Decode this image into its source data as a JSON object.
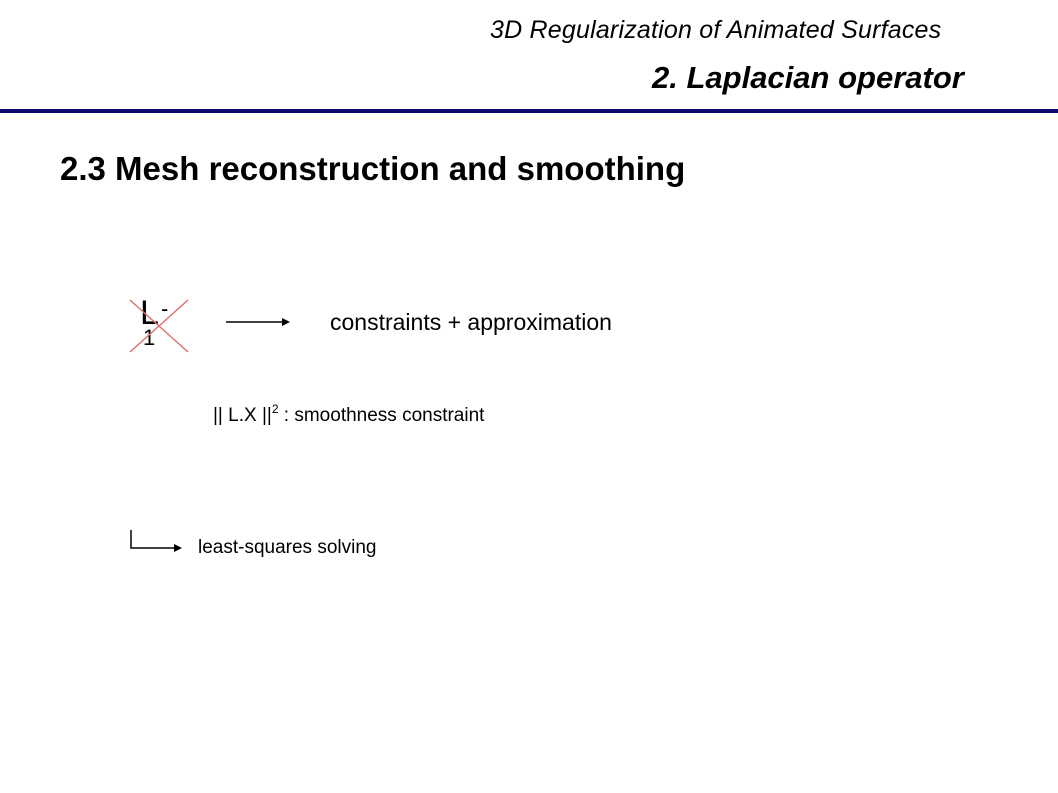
{
  "header": {
    "subtitle": "3D Regularization of Animated Surfaces",
    "title": "2. Laplacian operator",
    "rule_color": "#0a0a6e"
  },
  "slide": {
    "heading": "2.3 Mesh reconstruction and smoothing",
    "inverse_symbol": {
      "base": "L",
      "superscript": "-",
      "subscript": "1",
      "cross_color": "#e07070"
    },
    "constraints_label": "constraints + approximation",
    "smoothness": {
      "prefix": "|| L.X ||",
      "exponent": "2",
      "suffix": " : smoothness constraint"
    },
    "solving_label": "least-squares solving"
  }
}
